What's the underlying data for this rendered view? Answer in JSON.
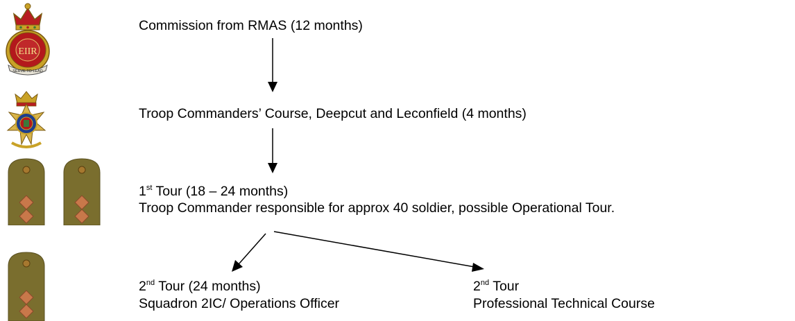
{
  "steps": {
    "commission": "Commission from RMAS (12 months)",
    "course": "Troop Commanders’ Course, Deepcut and Leconfield (4 months)",
    "tour1": {
      "number": "1",
      "suffix": "st",
      "title": "Tour (18 – 24 months)",
      "detail": "Troop Commander responsible for approx 40 soldier, possible Operational Tour."
    },
    "tour2a": {
      "number": "2",
      "suffix": "nd",
      "title": "Tour (24 months)",
      "detail": "Squadron 2IC/ Operations Officer"
    },
    "tour2b": {
      "number": "2",
      "suffix": "nd",
      "title": "Tour",
      "detail": "Professional Technical Course"
    }
  },
  "badges": {
    "sandhurst": {
      "monogram": "EIIR",
      "motto": "SERVE TO LEAD"
    }
  },
  "colors": {
    "crest_red": "#b3191c",
    "gold": "#c9a227",
    "epaulette": "#7a6e2e",
    "pip": "#c8784a"
  }
}
